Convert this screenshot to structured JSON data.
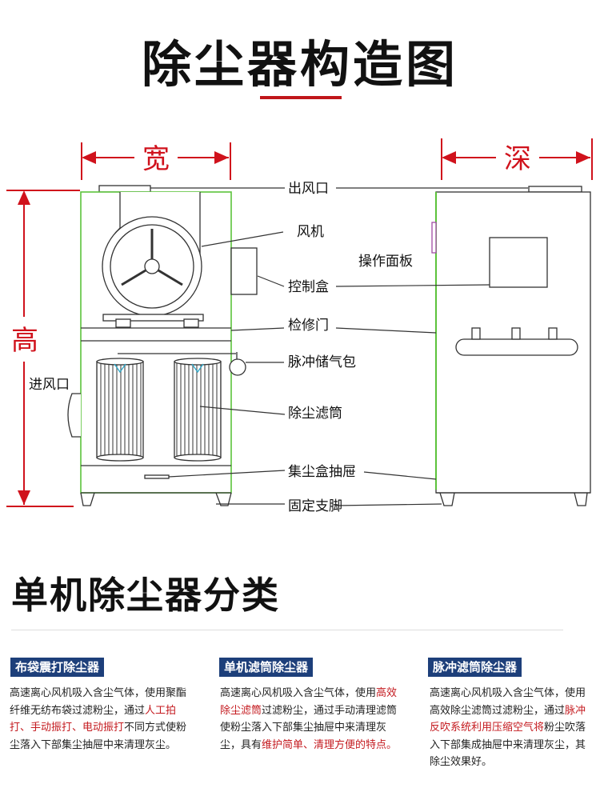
{
  "title": "除尘器构造图",
  "dimensions": {
    "width": "宽",
    "depth": "深",
    "height": "高"
  },
  "labels": {
    "outlet": "出风口",
    "fan": "风机",
    "control_box": "控制盒",
    "operation_panel": "操作面板",
    "access_door": "检修门",
    "pulse_tank": "脉冲储气包",
    "inlet": "进风口",
    "filter": "除尘滤筒",
    "dust_drawer": "集尘盒抽屉",
    "support_feet": "固定支脚"
  },
  "section_title": "单机除尘器分类",
  "categories": [
    {
      "title": "布袋震打除尘器",
      "desc": [
        {
          "t": "高速离心风机吸入含尘气体，使用聚酯纤维无纺布袋过滤粉尘，通过",
          "hl": false
        },
        {
          "t": "人工拍打、手动振打、电动振打",
          "hl": true
        },
        {
          "t": "不同方式使粉尘落入下部集尘抽屉中来清理灰尘。",
          "hl": false
        }
      ]
    },
    {
      "title": "单机滤筒除尘器",
      "desc": [
        {
          "t": "高速离心风机吸入含尘气体，使用",
          "hl": false
        },
        {
          "t": "高效除尘滤筒",
          "hl": true
        },
        {
          "t": "过滤粉尘，通过手动清理滤筒使粉尘落入下部集尘抽屉中来清理灰尘，具有",
          "hl": false
        },
        {
          "t": "维护简单、清理方便的特点。",
          "hl": true
        }
      ]
    },
    {
      "title": "脉冲滤筒除尘器",
      "desc": [
        {
          "t": "高速离心风机吸入含尘气体，使用高效除尘滤筒过滤粉尘，通过",
          "hl": false
        },
        {
          "t": "脉冲反吹系统利用压缩空气将",
          "hl": true
        },
        {
          "t": "粉尘吹落入下部集成抽屉中来清理灰尘，其除尘效果好。",
          "hl": false
        }
      ]
    }
  ],
  "colors": {
    "accent_red": "#c0161a",
    "outline_green": "#5cc33b",
    "title_blue": "#1d3f7a",
    "highlight_red": "#c41a1f"
  }
}
